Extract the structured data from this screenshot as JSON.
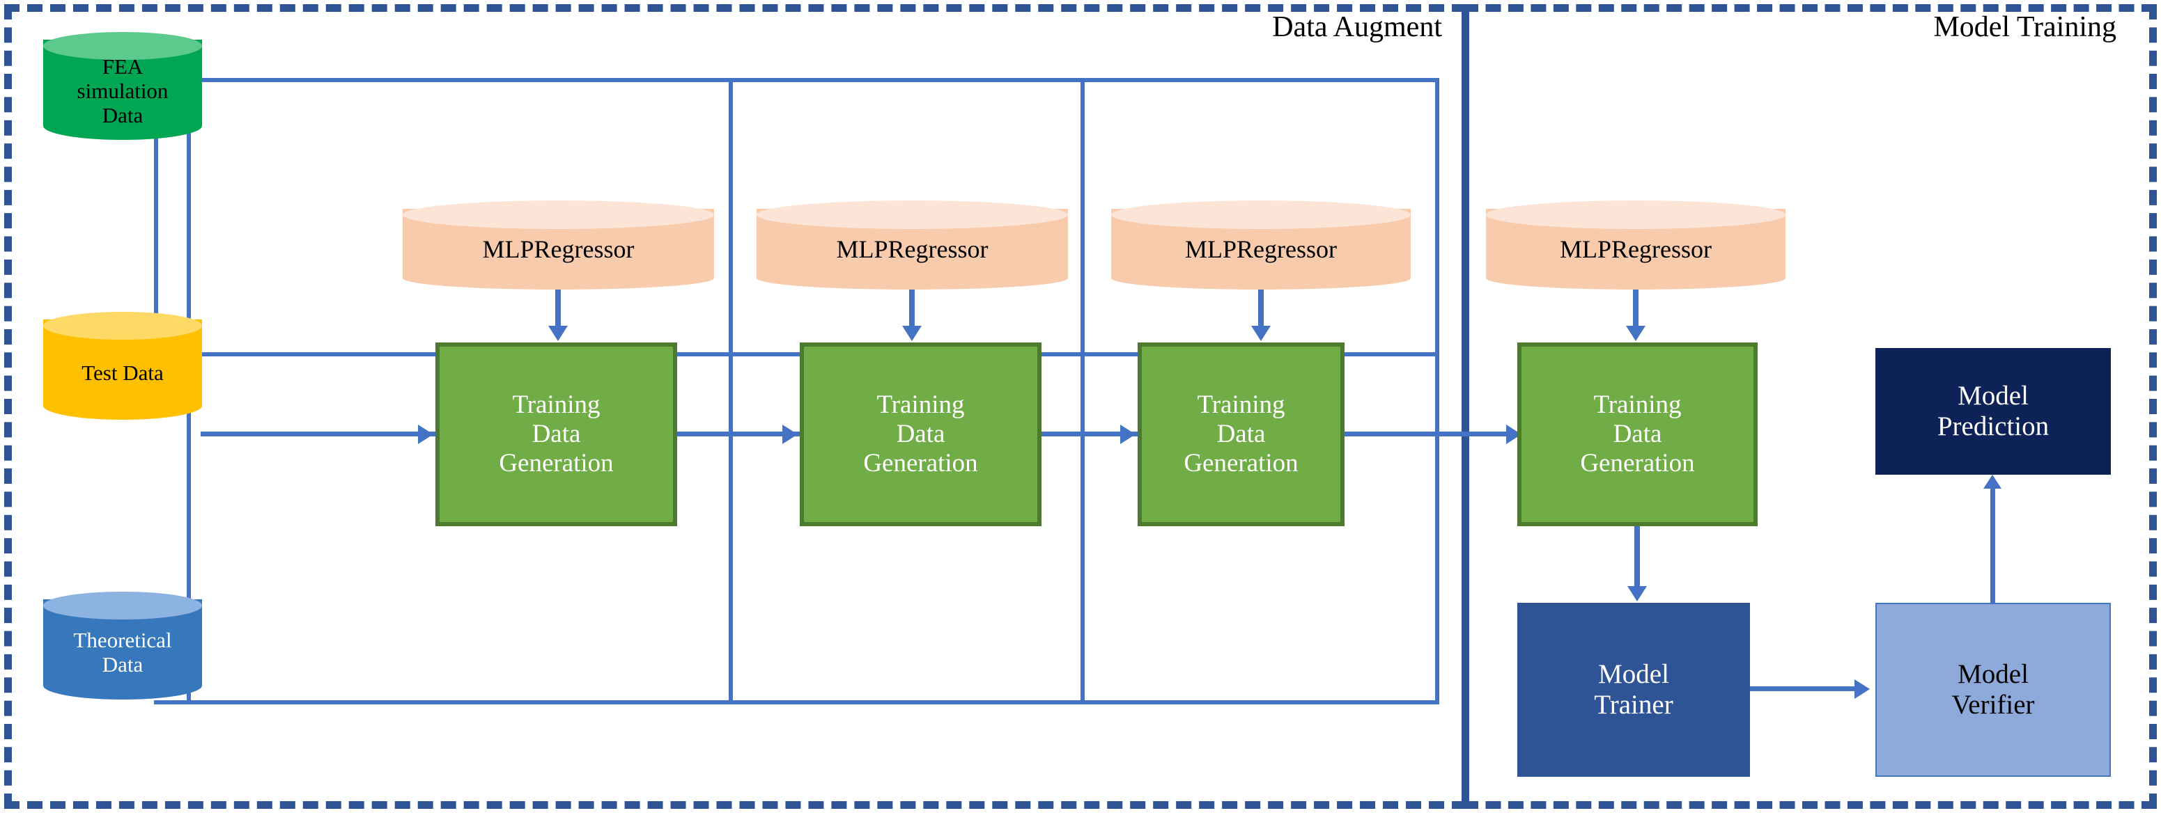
{
  "diagram": {
    "title_visible": false,
    "sections": [
      {
        "id": "data-augment",
        "label": "Data Augment"
      },
      {
        "id": "model-training",
        "label": "Model Training"
      }
    ],
    "sources": [
      {
        "id": "fea",
        "label": "FEA\nsimulation\nData",
        "line1": "FEA",
        "line2": "simulation",
        "line3": "Data",
        "color": "#00a651",
        "top_color": "#5cc98d",
        "text_color": "#000000"
      },
      {
        "id": "test",
        "label": "Test Data",
        "line1": "Test Data",
        "line2": "",
        "line3": "",
        "color": "#ffc000",
        "top_color": "#ffd966",
        "text_color": "#000000"
      },
      {
        "id": "theoretical",
        "label": "Theoretical\nData",
        "line1": "Theoretical",
        "line2": "Data",
        "line3": "",
        "color": "#3777bc",
        "top_color": "#8db3e2",
        "text_color": "#ffffff"
      }
    ],
    "regressors": [
      {
        "id": "mlp-1",
        "label": "MLPRegressor"
      },
      {
        "id": "mlp-2",
        "label": "MLPRegressor"
      },
      {
        "id": "mlp-3",
        "label": "MLPRegressor"
      },
      {
        "id": "mlp-4",
        "label": "MLPRegressor"
      }
    ],
    "generators": [
      {
        "id": "tdg-1",
        "l1": "Training",
        "l2": "Data",
        "l3": "Generation"
      },
      {
        "id": "tdg-2",
        "l1": "Training",
        "l2": "Data",
        "l3": "Generation"
      },
      {
        "id": "tdg-3",
        "l1": "Training",
        "l2": "Data",
        "l3": "Generation"
      },
      {
        "id": "tdg-4",
        "l1": "Training",
        "l2": "Data",
        "l3": "Generation"
      }
    ],
    "training_nodes": [
      {
        "id": "model-trainer",
        "l1": "Model",
        "l2": "Trainer"
      },
      {
        "id": "model-verifier",
        "l1": "Model",
        "l2": "Verifier"
      },
      {
        "id": "model-prediction",
        "l1": "Model",
        "l2": "Prediction"
      }
    ]
  },
  "colors": {
    "frame_dashed": "#2f5496",
    "connector": "#4472c4",
    "cylinder_regressor": "#f8cbad",
    "cylinder_regressor_top": "#fce4d6",
    "generator_fill": "#70ad47",
    "generator_border": "#4c7a2e",
    "trainer_fill": "#2f5496",
    "verifier_fill": "#8eaadb",
    "prediction_fill": "#0d2257",
    "source_fea": "#00a651",
    "source_test": "#ffc000",
    "source_theoretical": "#3777bc"
  }
}
